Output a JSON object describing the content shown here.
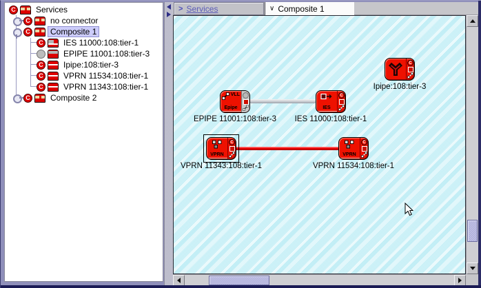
{
  "tree": {
    "items": [
      {
        "label": "Services",
        "level": 0,
        "badge": "C",
        "icon": "composite"
      },
      {
        "label": "no connector",
        "level": 1,
        "badge": "C",
        "icon": "composite",
        "handle": "collapsed"
      },
      {
        "label": "Composite 1",
        "level": 1,
        "badge": "C",
        "icon": "composite",
        "handle": "expanded",
        "selected": true
      },
      {
        "label": "IES 11000:108:tier-1",
        "level": 2,
        "badge": "C",
        "icon": "service-ies"
      },
      {
        "label": "EPIPE 11001:108:tier-3",
        "level": 2,
        "badge": "gray",
        "icon": "service-epipe"
      },
      {
        "label": "Ipipe:108:tier-3",
        "level": 2,
        "badge": "C",
        "icon": "service"
      },
      {
        "label": "VPRN 11534:108:tier-1",
        "level": 2,
        "badge": "C",
        "icon": "service"
      },
      {
        "label": "VPRN 11343:108:tier-1",
        "level": 2,
        "badge": "C",
        "icon": "service"
      },
      {
        "label": "Composite 2",
        "level": 1,
        "badge": "C",
        "icon": "composite",
        "handle": "collapsed"
      }
    ]
  },
  "tabs": [
    {
      "label": "Services",
      "chevron": ">",
      "active": false
    },
    {
      "label": "Composite 1",
      "chevron": "∨",
      "active": true
    }
  ],
  "map": {
    "nodes": [
      {
        "id": "ipipe",
        "type": "ipipe",
        "label": "Ipipe:108:tier-3"
      },
      {
        "id": "epipe",
        "type": "epipe",
        "label": "EPIPE 11001:108:tier-3",
        "line1": "VLL",
        "line2": "Epipe"
      },
      {
        "id": "ies",
        "type": "ies",
        "label": "IES 11000:108:tier-1",
        "text": "IES"
      },
      {
        "id": "vprn1",
        "type": "vprn",
        "label": "VPRN 11343:108:tier-1",
        "text": "VPRN",
        "selected": true
      },
      {
        "id": "vprn2",
        "type": "vprn",
        "label": "VPRN 11534:108:tier-1",
        "text": "VPRN"
      }
    ],
    "edges": [
      {
        "from": "EPIPE 11001:108:tier-3",
        "to": "IES 11000:108:tier-1",
        "color": "#c9cdd2"
      },
      {
        "from": "VPRN 11343:108:tier-1",
        "to": "VPRN 11534:108:tier-1",
        "color": "#ee0000"
      }
    ]
  },
  "colors": {
    "service_red": "#dd0000",
    "tree_selection": "#ccccfa",
    "canvas_dither": "#a5e6f1",
    "tab_link": "#5c5cb8",
    "scroll_thumb": "#aeaed8",
    "window_border": "#2c2c66"
  }
}
